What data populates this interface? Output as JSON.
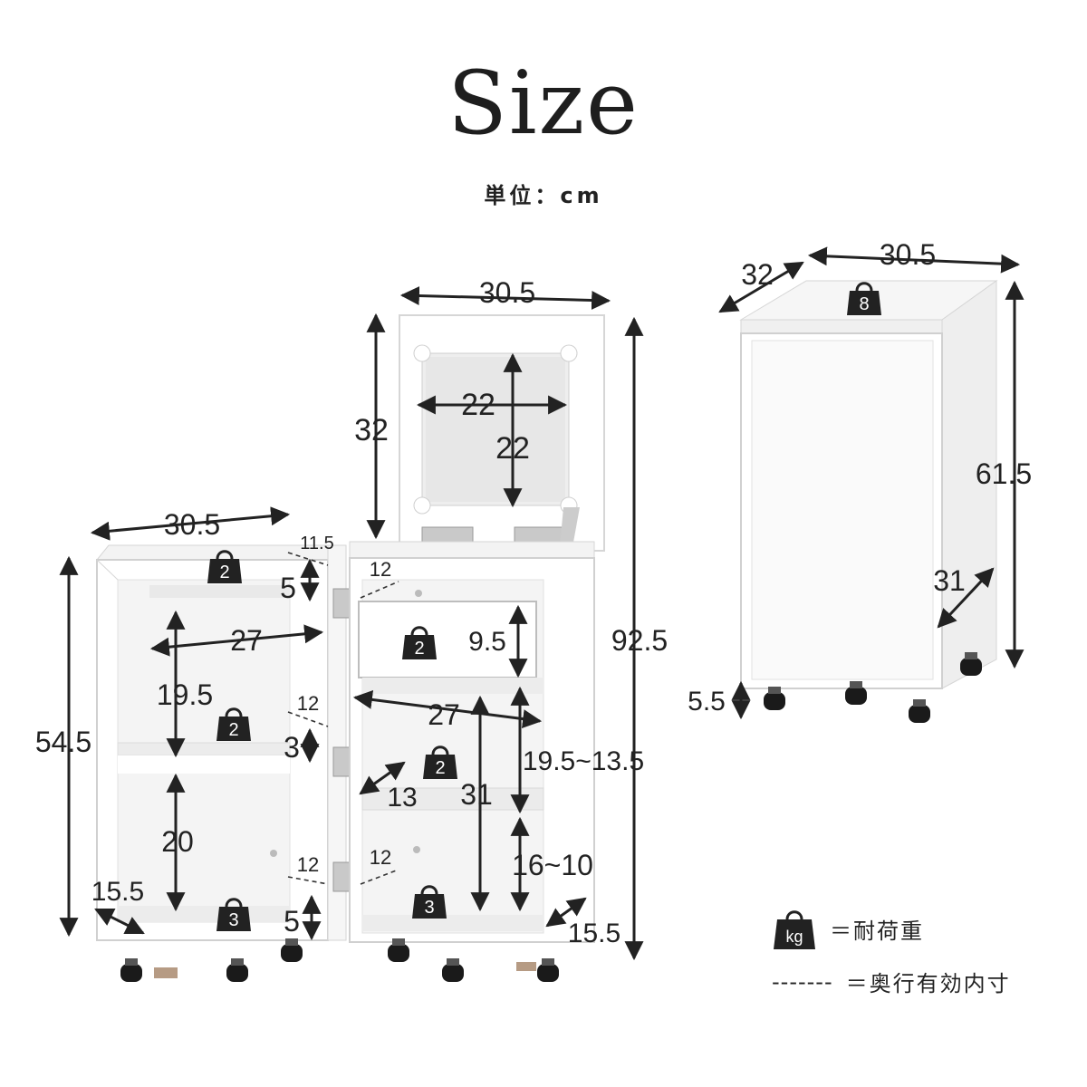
{
  "title": "Size",
  "unit_label": "単位：cm",
  "legend": {
    "weight_icon_text": "kg",
    "weight_label": "＝耐荷重",
    "dash_sample": "-------",
    "depth_label": "＝奥行有効内寸"
  },
  "weights": {
    "left_top": "2",
    "left_middle": "2",
    "left_bottom": "3",
    "drawer": "2",
    "center_shelf": "2",
    "center_bottom": "3",
    "closed_top": "8"
  },
  "dimensions": {
    "left_width": "30.5",
    "left_height": "54.5",
    "left_inner_width": "27",
    "left_top_gap": "5",
    "left_upper_shelf": "19.5",
    "left_middle_gap": "3",
    "left_lower_shelf": "20",
    "left_bottom_gap": "5",
    "left_depth": "15.5",
    "left_top_depth": "11.5",
    "door_depth_mid": "12",
    "door_depth_bottom": "12",
    "mirror_width_outer": "30.5",
    "mirror_height": "32",
    "mirror_inner_w": "22",
    "mirror_inner_h": "22",
    "total_height": "92.5",
    "drawer_depth": "12",
    "drawer_height": "9.5",
    "center_inner_width": "27",
    "center_shelf_range": "19.5~13.5",
    "center_inner_height": "31",
    "center_depth": "13",
    "center_lower_range": "16~10",
    "center_bottom_depth": "12",
    "center_right_depth": "15.5",
    "closed_depth": "32",
    "closed_width": "30.5",
    "closed_height": "61.5",
    "closed_side_depth": "31",
    "caster_height": "5.5"
  },
  "colors": {
    "ink": "#222222",
    "panel": "#ffffff",
    "panel_edge": "#d6d6d6",
    "shadow": "#ececec",
    "hinge": "#c9c9c9",
    "caster": "#1a1a1a"
  }
}
